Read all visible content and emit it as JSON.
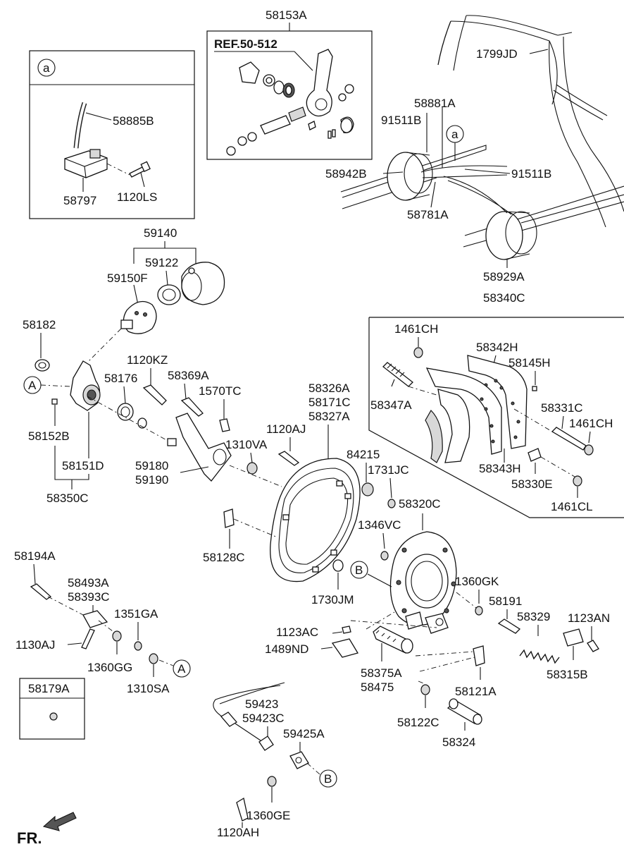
{
  "labels": {
    "p58153A": "58153A",
    "ref": "REF.50-512",
    "p1799JD": "1799JD",
    "p58881A": "58881A",
    "p91511B_1": "91511B",
    "p91511B_2": "91511B",
    "p58942B": "58942B",
    "p58781A": "58781A",
    "p58929A": "58929A",
    "p58885B": "58885B",
    "p58797": "58797",
    "p1120LS": "1120LS",
    "p59140": "59140",
    "p59122": "59122",
    "p59150F": "59150F",
    "p58340C": "58340C",
    "p1461CH_1": "1461CH",
    "p58342H": "58342H",
    "p58145H": "58145H",
    "p58347A": "58347A",
    "p58331C": "58331C",
    "p1461CH_2": "1461CH",
    "p58343H": "58343H",
    "p58330E": "58330E",
    "p1461CL": "1461CL",
    "p58182": "58182",
    "p1120KZ": "1120KZ",
    "p58369A": "58369A",
    "p58176": "58176",
    "p1570TC": "1570TC",
    "p58326A": "58326A",
    "p58171C": "58171C",
    "p58327A": "58327A",
    "p58152B": "58152B",
    "p1120AJ": "1120AJ",
    "p1310VA": "1310VA",
    "p84215": "84215",
    "p58151D": "58151D",
    "p1731JC": "1731JC",
    "p59180": "59180",
    "p59190": "59190",
    "p58350C": "58350C",
    "p58320C": "58320C",
    "p1346VC": "1346VC",
    "p58128C": "58128C",
    "p58194A": "58194A",
    "p58493A": "58493A",
    "p58393C": "58393C",
    "p1360GK": "1360GK",
    "p1730JM": "1730JM",
    "p58191": "58191",
    "p1351GA": "1351GA",
    "p58329": "58329",
    "p1123AN": "1123AN",
    "p1123AC": "1123AC",
    "p1130AJ": "1130AJ",
    "p1489ND": "1489ND",
    "p1360GG": "1360GG",
    "p58375A": "58375A",
    "p58475": "58475",
    "p58315B": "58315B",
    "p1310SA": "1310SA",
    "p58121A": "58121A",
    "p58179A": "58179A",
    "p59423": "59423",
    "p59423C": "59423C",
    "p58122C": "58122C",
    "p59425A": "59425A",
    "p58324": "58324",
    "p1360GE": "1360GE",
    "p1120AH": "1120AH",
    "fr": "FR."
  },
  "callouts": {
    "a_box": "a",
    "a_main": "a",
    "A_left": "A",
    "A_bottom": "A",
    "B_mid": "B",
    "B_bottom": "B"
  }
}
